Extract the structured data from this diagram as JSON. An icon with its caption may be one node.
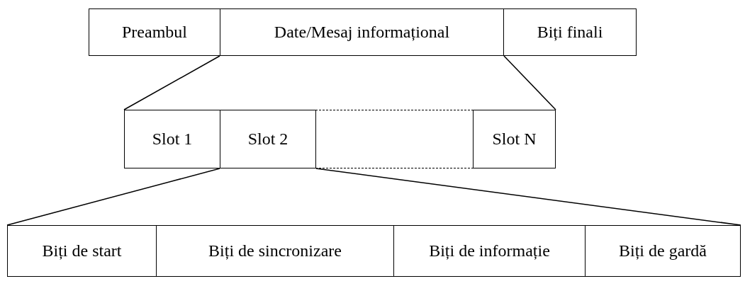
{
  "diagram": {
    "nodes": [
      {
        "text": [
          "Preambul"
        ]
      },
      {
        "text": [
          "Date/Mesaj informațional"
        ]
      },
      {
        "text": [
          "Biți finali"
        ]
      },
      {
        "text": [
          "Slot 1"
        ]
      },
      {
        "text": [
          "Slot 2"
        ]
      },
      {
        "text": [],
        "shape": "box"
      },
      {
        "text": [
          "Slot N"
        ]
      },
      {
        "text": [
          "Biți de start"
        ]
      },
      {
        "text": [
          "Biți de sincronizare"
        ]
      },
      {
        "text": [
          "Biți de informație"
        ]
      },
      {
        "text": [
          "Biți de gardă"
        ]
      }
    ],
    "edges": [
      {
        "from": 1,
        "to": 3,
        "arrow": "none"
      },
      {
        "from": 1,
        "to": 6,
        "arrow": "none"
      },
      {
        "from": 4,
        "to": 7,
        "arrow": "none"
      },
      {
        "from": 4,
        "to": 10,
        "arrow": "none"
      }
    ]
  }
}
